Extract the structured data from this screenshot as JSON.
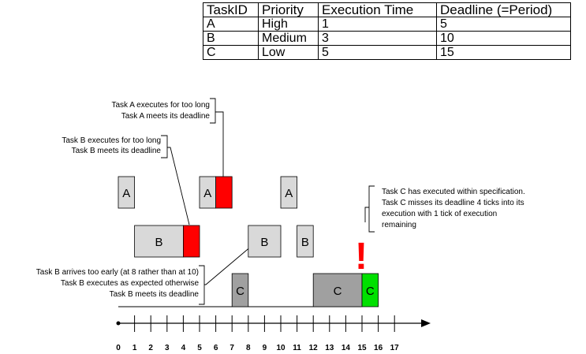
{
  "table": {
    "headers": [
      "TaskID",
      "Priority",
      "Execution Time",
      "Deadline (=Period)"
    ],
    "rows": [
      [
        "A",
        "High",
        "1",
        "5"
      ],
      [
        "B",
        "Medium",
        "3",
        "10"
      ],
      [
        "C",
        "Low",
        "5",
        "15"
      ]
    ]
  },
  "colors": {
    "task_block": "#d9d9d9",
    "task_block_c": "#a0a0a0",
    "overrun": "#ff0000",
    "remaining": "#00e000",
    "exclamation": "#ff0000"
  },
  "tasks": {
    "A": [
      {
        "start": 0,
        "end": 1,
        "label": "A",
        "kind": "normal"
      },
      {
        "start": 5,
        "end": 6,
        "label": "A",
        "kind": "normal"
      },
      {
        "start": 6,
        "end": 7,
        "label": "",
        "kind": "overrun"
      },
      {
        "start": 10,
        "end": 11,
        "label": "A",
        "kind": "normal"
      }
    ],
    "B": [
      {
        "start": 1,
        "end": 4,
        "label": "B",
        "kind": "normal"
      },
      {
        "start": 4,
        "end": 5,
        "label": "",
        "kind": "overrun"
      },
      {
        "start": 8,
        "end": 10,
        "label": "B",
        "kind": "normal"
      },
      {
        "start": 11,
        "end": 12,
        "label": "B",
        "kind": "normal"
      }
    ],
    "C": [
      {
        "start": 7,
        "end": 8,
        "label": "C",
        "kind": "normal"
      },
      {
        "start": 12,
        "end": 15,
        "label": "C",
        "kind": "normal"
      },
      {
        "start": 15,
        "end": 16,
        "label": "C",
        "kind": "remaining"
      }
    ]
  },
  "axis": {
    "ticks": [
      "0",
      "1",
      "2",
      "3",
      "4",
      "5",
      "6",
      "7",
      "8",
      "9",
      "10",
      "11",
      "12",
      "13",
      "14",
      "15",
      "16",
      "17"
    ]
  },
  "exclamation_mark": "!",
  "annotations": {
    "a_overrun": [
      "Task A executes for too long",
      "Task A meets its deadline"
    ],
    "b_overrun": [
      "Task B executes for too long",
      "Task B meets its deadline"
    ],
    "b_early": [
      "Task B arrives too early (at 8 rather than at 10)",
      "Task B executes as expected otherwise",
      "Task B meets its deadline"
    ],
    "c_miss": [
      "Task C has executed within specification.",
      "Task C misses its deadline 4 ticks into its",
      "execution with 1 tick of execution",
      "remaining"
    ]
  }
}
